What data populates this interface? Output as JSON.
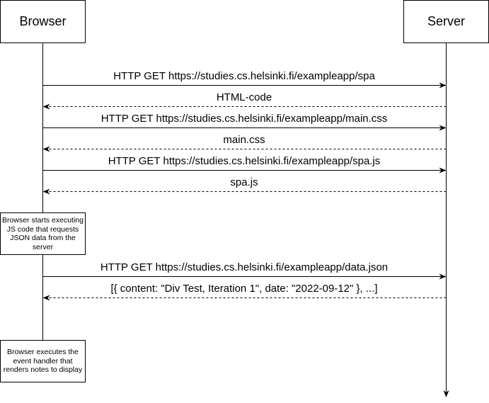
{
  "participants": {
    "browser": "Browser",
    "server": "Server"
  },
  "messages": [
    {
      "label": "HTTP GET https://studies.cs.helsinki.fi/exampleapp/spa",
      "from": "browser",
      "to": "server",
      "style": "solid"
    },
    {
      "label": "HTML-code",
      "from": "server",
      "to": "browser",
      "style": "dashed"
    },
    {
      "label": "HTTP GET https://studies.cs.helsinki.fi/exampleapp/main.css",
      "from": "browser",
      "to": "server",
      "style": "solid"
    },
    {
      "label": "main.css",
      "from": "server",
      "to": "browser",
      "style": "dashed"
    },
    {
      "label": "HTTP GET https://studies.cs.helsinki.fi/exampleapp/spa.js",
      "from": "browser",
      "to": "server",
      "style": "solid"
    },
    {
      "label": "spa.js",
      "from": "server",
      "to": "browser",
      "style": "dashed"
    },
    {
      "label": "HTTP GET https://studies.cs.helsinki.fi/exampleapp/data.json",
      "from": "browser",
      "to": "server",
      "style": "solid"
    },
    {
      "label": "[{ content: \"Div Test, Iteration 1\", date: \"2022-09-12\" }, ...]",
      "from": "server",
      "to": "browser",
      "style": "dashed"
    }
  ],
  "notes": [
    {
      "text": "Browser starts executing JS code that requests JSON data from the server"
    },
    {
      "text": "Browser executes the event handler that renders notes to display"
    }
  ]
}
